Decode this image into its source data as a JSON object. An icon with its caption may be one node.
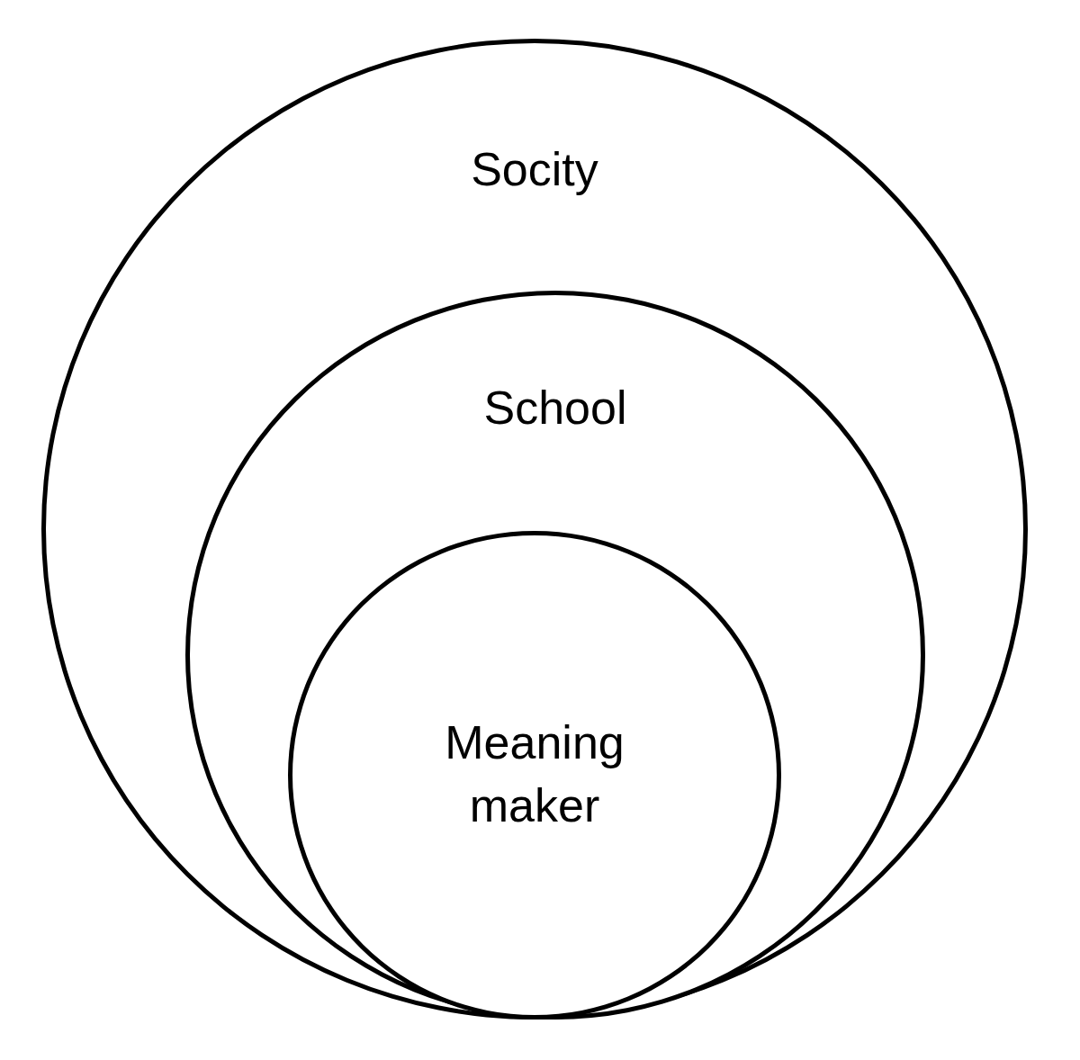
{
  "diagram": {
    "nodes": [
      {
        "text": [
          "Socity"
        ]
      },
      {
        "text": [
          "School"
        ],
        "in": 0
      },
      {
        "text": [
          "Meaning maker"
        ],
        "in": 1
      }
    ]
  }
}
